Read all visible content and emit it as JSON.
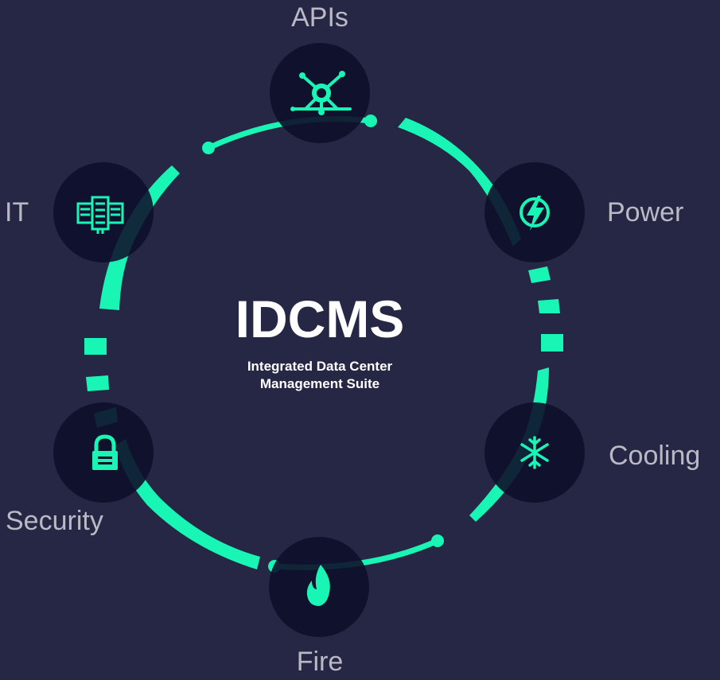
{
  "title": "IDCMS",
  "subtitle_line1": "Integrated Data Center",
  "subtitle_line2": "Management Suite",
  "colors": {
    "background": "#262744",
    "accent": "#19f5b4",
    "node_fill": "#0e0f2b",
    "label": "#b8bac6",
    "title": "#ffffff"
  },
  "nodes": {
    "apis": {
      "label": "APIs",
      "icon": "network-hub-icon"
    },
    "power": {
      "label": "Power",
      "icon": "lightning-bolt-icon"
    },
    "cooling": {
      "label": "Cooling",
      "icon": "snowflake-icon"
    },
    "fire": {
      "label": "Fire",
      "icon": "flame-icon"
    },
    "security": {
      "label": "Security",
      "icon": "padlock-icon"
    },
    "it": {
      "label": "IT",
      "icon": "server-rack-icon"
    }
  }
}
